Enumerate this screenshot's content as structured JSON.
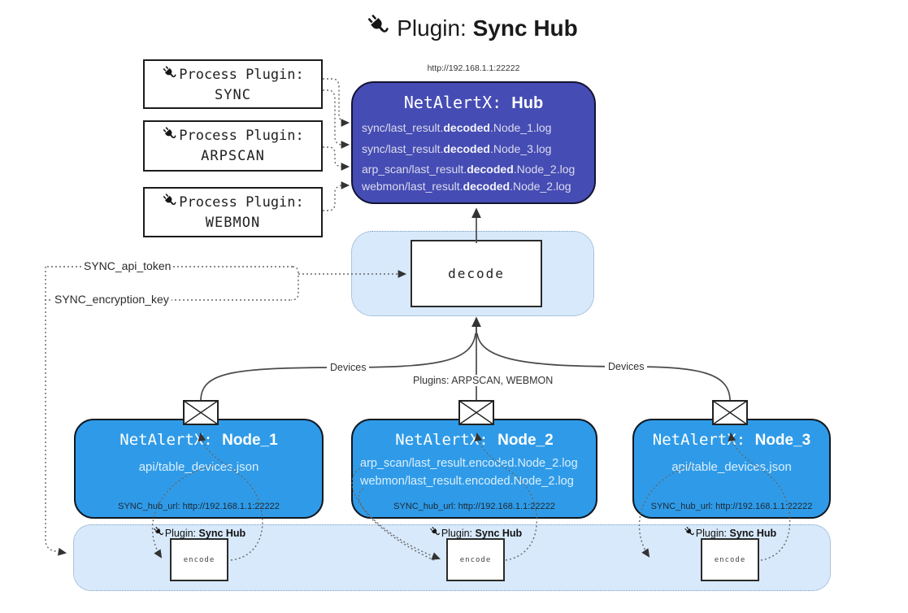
{
  "colors": {
    "hub_fill": "#454CB4",
    "hub_border": "#141433",
    "node_fill": "#2F9BE8",
    "node_border": "#101820",
    "panel_fill": "#D8E9FB",
    "panel_border": "#7E9DC0",
    "line": "#4A4A4A",
    "text_dark": "#1D1D1F",
    "node_subtext": "#DCEFFD",
    "hub_subtext": "#DCDCEC"
  },
  "title": {
    "prefix": "Plugin:",
    "name": "Sync Hub"
  },
  "process_plugins": [
    {
      "label": "Process Plugin:",
      "name": "SYNC"
    },
    {
      "label": "Process Plugin:",
      "name": "ARPSCAN"
    },
    {
      "label": "Process Plugin:",
      "name": "WEBMON"
    }
  ],
  "hub": {
    "url": "http://192.168.1.1:22222",
    "title_prefix": "NetAlertX:",
    "title_name": "Hub",
    "log_lines": [
      {
        "pre": "sync/last_result.",
        "bold": "decoded",
        "post": ".Node_1.log"
      },
      {
        "pre": "sync/last_result.",
        "bold": "decoded",
        "post": ".Node_3.log"
      },
      {
        "pre": "arp_scan/last_result.",
        "bold": "decoded",
        "post": ".Node_2.log"
      },
      {
        "pre": "webmon/last_result.",
        "bold": "decoded",
        "post": ".Node_2.log"
      }
    ]
  },
  "decode": {
    "label": "decode"
  },
  "keys": {
    "api_token": "SYNC_api_token",
    "encryption_key": "SYNC_encryption_key"
  },
  "edge_labels": {
    "devices_left": "Devices",
    "plugins_middle": "Plugins: ARPSCAN, WEBMON",
    "devices_right": "Devices"
  },
  "nodes": [
    {
      "title_prefix": "NetAlertX:",
      "title_name": "Node_1",
      "files": [
        "api/table_devices.json"
      ],
      "hub_url": "SYNC_hub_url: http://192.168.1.1:22222"
    },
    {
      "title_prefix": "NetAlertX:",
      "title_name": "Node_2",
      "files": [
        "arp_scan/last_result.encoded.Node_2.log",
        "webmon/last_result.encoded.Node_2.log"
      ],
      "hub_url": "SYNC_hub_url: http://192.168.1.1:22222"
    },
    {
      "title_prefix": "NetAlertX:",
      "title_name": "Node_3",
      "files": [
        "api/table_devices.json"
      ],
      "hub_url": "SYNC_hub_url: http://192.168.1.1:22222"
    }
  ],
  "encoder": {
    "plugin_prefix": "Plugin:",
    "plugin_name": "Sync Hub",
    "label": "encode"
  }
}
